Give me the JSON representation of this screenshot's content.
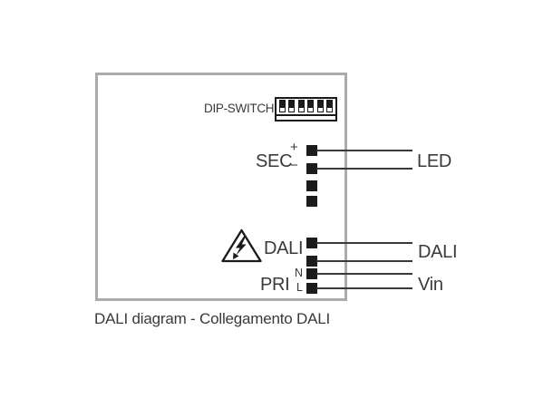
{
  "diagram": {
    "caption": "DALI diagram - Collegamento DALI",
    "device": {
      "dip_switch_label": "DIP-SWITCH",
      "dip_switch": {
        "positions": 6,
        "all_up": true
      },
      "sec_label": "SEC",
      "plus_label": "+",
      "minus_label": "−",
      "dali_label": "DALI",
      "pri_label": "PRI",
      "n_label": "N",
      "l_label": "L"
    },
    "external": {
      "led_label": "LED",
      "dali_label": "DALI",
      "vin_label": "Vin"
    },
    "icons": {
      "warning": "high-voltage-warning-triangle-icon",
      "dip_switch": "dip-switch-icon"
    },
    "colors": {
      "box_border": "#acacac",
      "line": "#3a3a3a",
      "terminal": "#1c1c1c",
      "text": "#3a3a3a",
      "background": "#ffffff"
    }
  }
}
